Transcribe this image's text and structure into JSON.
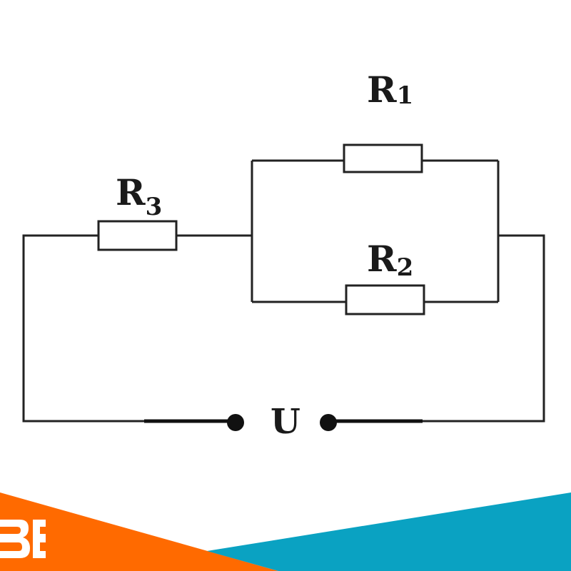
{
  "circuit": {
    "resistors": [
      {
        "id": "R1",
        "letter": "R",
        "subscript": "1"
      },
      {
        "id": "R2",
        "letter": "R",
        "subscript": "2"
      },
      {
        "id": "R3",
        "letter": "R",
        "subscript": "3"
      }
    ],
    "source_label": "U",
    "wire_color": "#222222",
    "terminal_color": "#111111"
  },
  "footer": {
    "logo_text": "BE",
    "colors": {
      "orange": "#ff6a00",
      "teal": "#0aa2c2"
    }
  }
}
